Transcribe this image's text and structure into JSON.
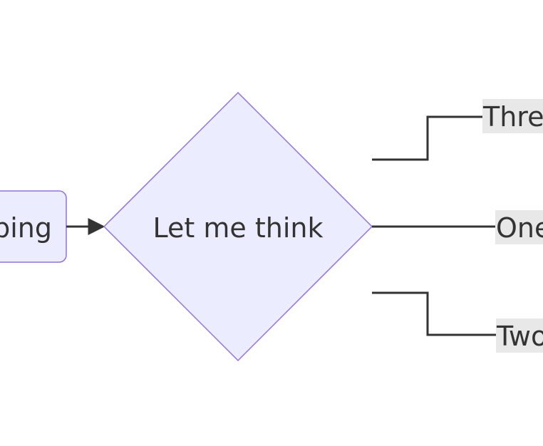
{
  "nodes": {
    "start": {
      "label": "ping"
    },
    "decision": {
      "label": "Let me think"
    }
  },
  "edges": {
    "three": {
      "label": "Thre"
    },
    "one": {
      "label": "One"
    },
    "two": {
      "label": "Two"
    }
  },
  "colors": {
    "node_fill": "#ECECFF",
    "node_stroke": "#9370DB",
    "edge": "#333333",
    "label_bg": "#E8E8E8"
  }
}
